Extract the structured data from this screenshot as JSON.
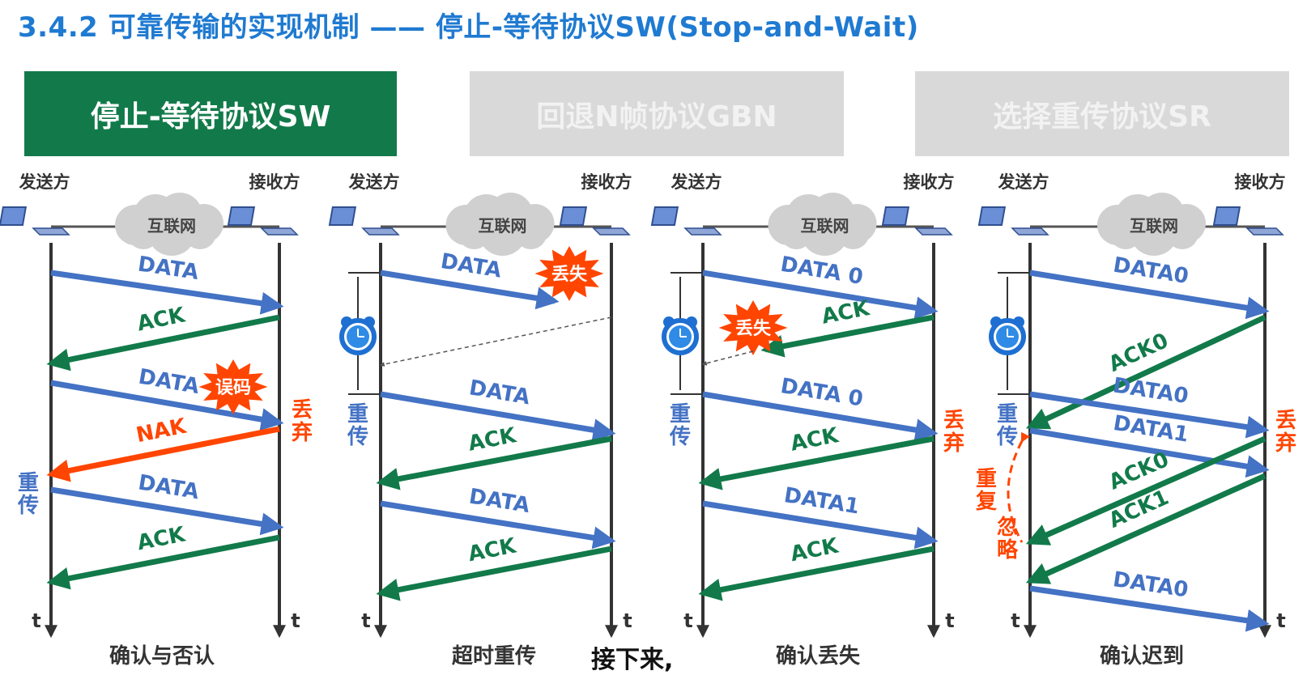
{
  "title": "3.4.2 可靠传输的实现机制 —— 停止-等待协议SW(Stop-and-Wait)",
  "tabs": [
    {
      "label": "停止-等待协议SW",
      "active": true
    },
    {
      "label": "回退N帧协议GBN",
      "active": false
    },
    {
      "label": "选择重传协议SR",
      "active": false
    }
  ],
  "common": {
    "sender": "发送方",
    "receiver": "接收方",
    "network": "互联网",
    "time_axis": "t",
    "retransmit": "重传",
    "discard": "丢弃",
    "lost": "丢失",
    "bit_error": "误码",
    "duplicate_ignore": "重复忽略"
  },
  "panels": [
    {
      "caption": "确认与否认"
    },
    {
      "caption": "超时重传"
    },
    {
      "caption": "确认丢失"
    },
    {
      "caption": "确认迟到"
    }
  ],
  "colors": {
    "data": "#4472c4",
    "ack": "#127a4a",
    "nak": "#ff4500",
    "accent": "#1f7ad1"
  },
  "video_subtitle": "接下来,"
}
